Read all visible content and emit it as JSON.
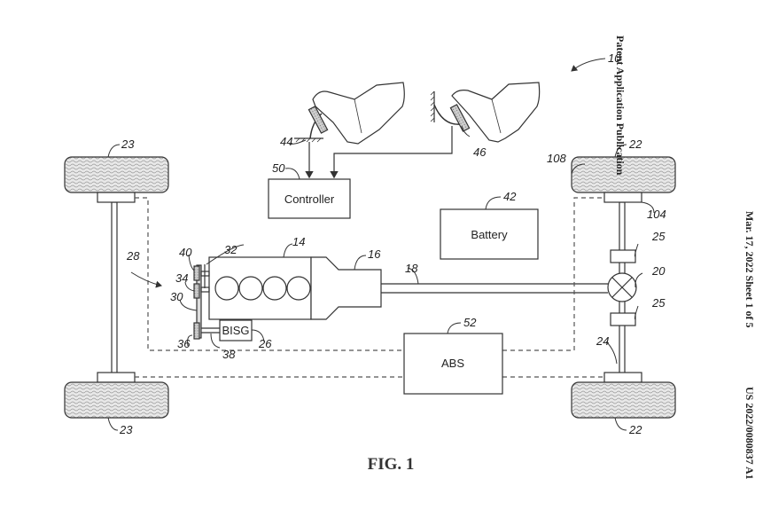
{
  "header": {
    "publication_type": "Patent Application Publication",
    "date_sheet": "Mar. 17, 2022  Sheet 1 of 5",
    "publication_number": "US 2022/0080837 A1"
  },
  "figure": {
    "title": "FIG. 1",
    "components": {
      "controller": "Controller",
      "battery": "Battery",
      "abs": "ABS",
      "bisg": "BISG"
    },
    "reference_numerals": {
      "system": "10",
      "engine": "14",
      "transmission": "16",
      "driveshaft": "18",
      "differential": "20",
      "rear_wheel_top": "22",
      "rear_wheel_bottom": "22",
      "front_wheel_top": "23",
      "front_wheel_bottom": "23",
      "rear_axle": "24",
      "half_shaft_upper": "25",
      "half_shaft_lower": "25",
      "bisg": "26",
      "belt_drive": "28",
      "belt": "30",
      "crank_pulley_shaft": "32",
      "pulley_34": "34",
      "pulley_36": "36",
      "bisg_shaft": "38",
      "pulley_40": "40",
      "battery": "42",
      "accelerator_pedal": "44",
      "brake_pedal": "46",
      "controller": "50",
      "abs": "52",
      "wheel_brake": "104",
      "wheel": "108"
    }
  }
}
